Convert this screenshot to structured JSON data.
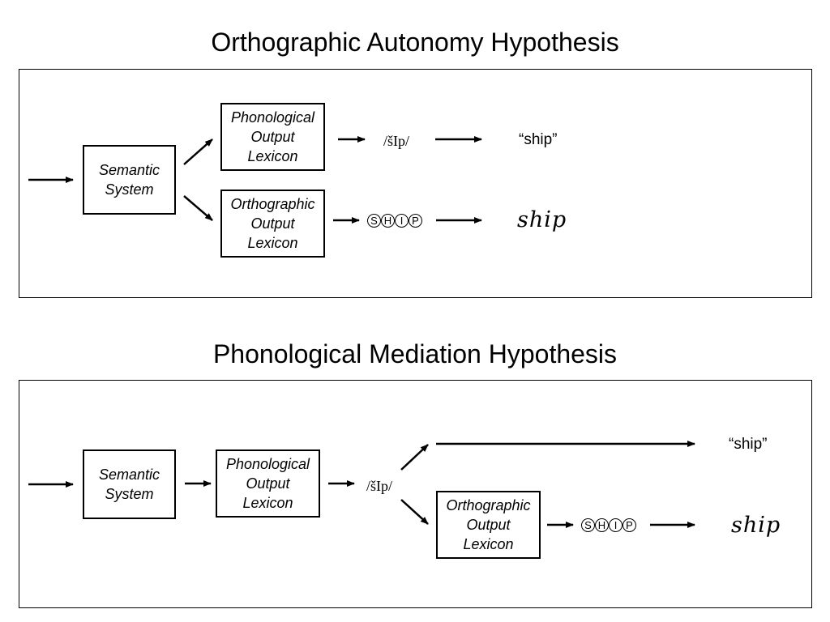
{
  "autonomy": {
    "title": "Orthographic Autonomy Hypothesis",
    "semantic_box": [
      "Semantic",
      "System"
    ],
    "phon_lexicon": [
      "Phonological",
      "Output",
      "Lexicon"
    ],
    "orth_lexicon": [
      "Orthographic",
      "Output",
      "Lexicon"
    ],
    "phon_form": "/šIp/",
    "spoken_word": "“ship”",
    "letters": [
      "S",
      "H",
      "I",
      "P"
    ],
    "written_word": "ship"
  },
  "mediation": {
    "title": "Phonological Mediation Hypothesis",
    "semantic_box": [
      "Semantic",
      "System"
    ],
    "phon_lexicon": [
      "Phonological",
      "Output",
      "Lexicon"
    ],
    "orth_lexicon": [
      "Orthographic",
      "Output",
      "Lexicon"
    ],
    "phon_form": "/šIp/",
    "spoken_word": "“ship”",
    "letters": [
      "S",
      "H",
      "I",
      "P"
    ],
    "written_word": "ship"
  }
}
